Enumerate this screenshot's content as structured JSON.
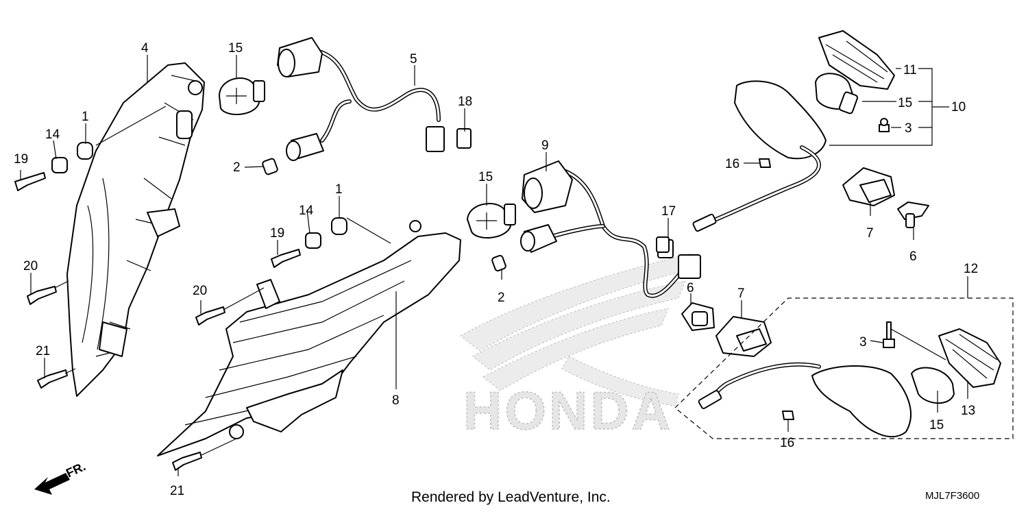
{
  "watermark": {
    "text": "HONDA"
  },
  "footer": {
    "rendered_by": "Rendered by LeadVenture, Inc.",
    "diagram_code": "MJL7F3600"
  },
  "direction": {
    "label": "FR."
  },
  "callouts": [
    {
      "id": "c4a",
      "label": "4"
    },
    {
      "id": "c15a",
      "label": "15"
    },
    {
      "id": "c5",
      "label": "5"
    },
    {
      "id": "c18",
      "label": "18"
    },
    {
      "id": "c11",
      "label": "11"
    },
    {
      "id": "c15b",
      "label": "15"
    },
    {
      "id": "c10",
      "label": "10"
    },
    {
      "id": "c3a",
      "label": "3"
    },
    {
      "id": "c1a",
      "label": "1"
    },
    {
      "id": "c14a",
      "label": "14"
    },
    {
      "id": "c19a",
      "label": "19"
    },
    {
      "id": "c2a",
      "label": "2"
    },
    {
      "id": "c9",
      "label": "9"
    },
    {
      "id": "c16a",
      "label": "16"
    },
    {
      "id": "c15c",
      "label": "15"
    },
    {
      "id": "c1b",
      "label": "1"
    },
    {
      "id": "c14b",
      "label": "14"
    },
    {
      "id": "c19b",
      "label": "19"
    },
    {
      "id": "c17",
      "label": "17"
    },
    {
      "id": "c7a",
      "label": "7"
    },
    {
      "id": "c6a",
      "label": "6"
    },
    {
      "id": "c20a",
      "label": "20"
    },
    {
      "id": "c20b",
      "label": "20"
    },
    {
      "id": "c2b",
      "label": "2"
    },
    {
      "id": "c6b",
      "label": "6"
    },
    {
      "id": "c7b",
      "label": "7"
    },
    {
      "id": "c12",
      "label": "12"
    },
    {
      "id": "c3b",
      "label": "3"
    },
    {
      "id": "c21a",
      "label": "21"
    },
    {
      "id": "c8",
      "label": "8"
    },
    {
      "id": "c13",
      "label": "13"
    },
    {
      "id": "c15d",
      "label": "15"
    },
    {
      "id": "c16b",
      "label": "16"
    },
    {
      "id": "c21b",
      "label": "21"
    }
  ]
}
